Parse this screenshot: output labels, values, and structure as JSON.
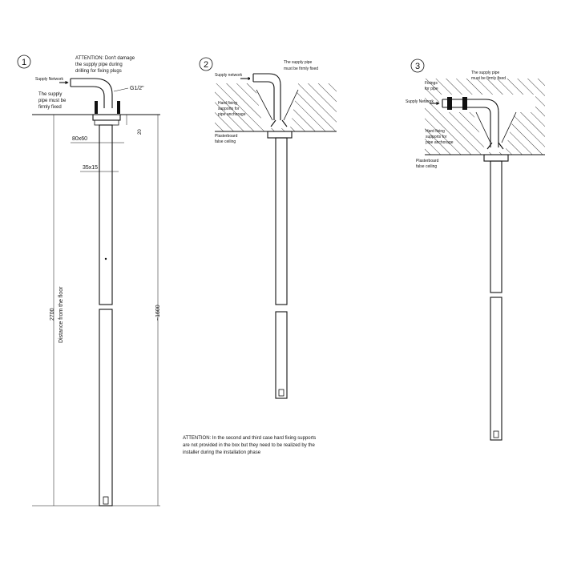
{
  "diagram1": {
    "step": "1",
    "attention": [
      "ATTENTION: Don't damage",
      "the supply pipe during",
      "drilling for fixing plugs"
    ],
    "supply_network": "Supply Network",
    "pipe_fixed": [
      "The supply",
      "pipe must be",
      "firmly fixed"
    ],
    "thread": "G1/2\"",
    "dim_base": "80x60",
    "dim_height": "20",
    "dim_section": "35x15",
    "dim_floor": "2700",
    "floor_label": "Distance from the floor",
    "dim_length": "~1600"
  },
  "diagram2": {
    "step": "2",
    "supply_network": "Supply network",
    "pipe_fixed": [
      "The supply pipe",
      "must be firmly fixed"
    ],
    "hard_supports": [
      "Hard fixing",
      "supports for",
      "pipe anchorage"
    ],
    "ceiling": [
      "Plasterboard",
      "false ceiling"
    ]
  },
  "diagram3": {
    "step": "3",
    "fixings": [
      "Fixings",
      "for pipe"
    ],
    "supply_network": "Supply Network",
    "pipe_fixed": [
      "The supply pipe",
      "must be firmly fixed"
    ],
    "hard_supports": [
      "Hard fixing",
      "supports for",
      "pipe anchorage"
    ],
    "ceiling": [
      "Plasterboard",
      "false ceiling"
    ]
  },
  "note": [
    "ATTENTION: In the second and third case hard fixing supports",
    "are not provided in the box but they need to be realized by the",
    "installer during the installation phase"
  ]
}
